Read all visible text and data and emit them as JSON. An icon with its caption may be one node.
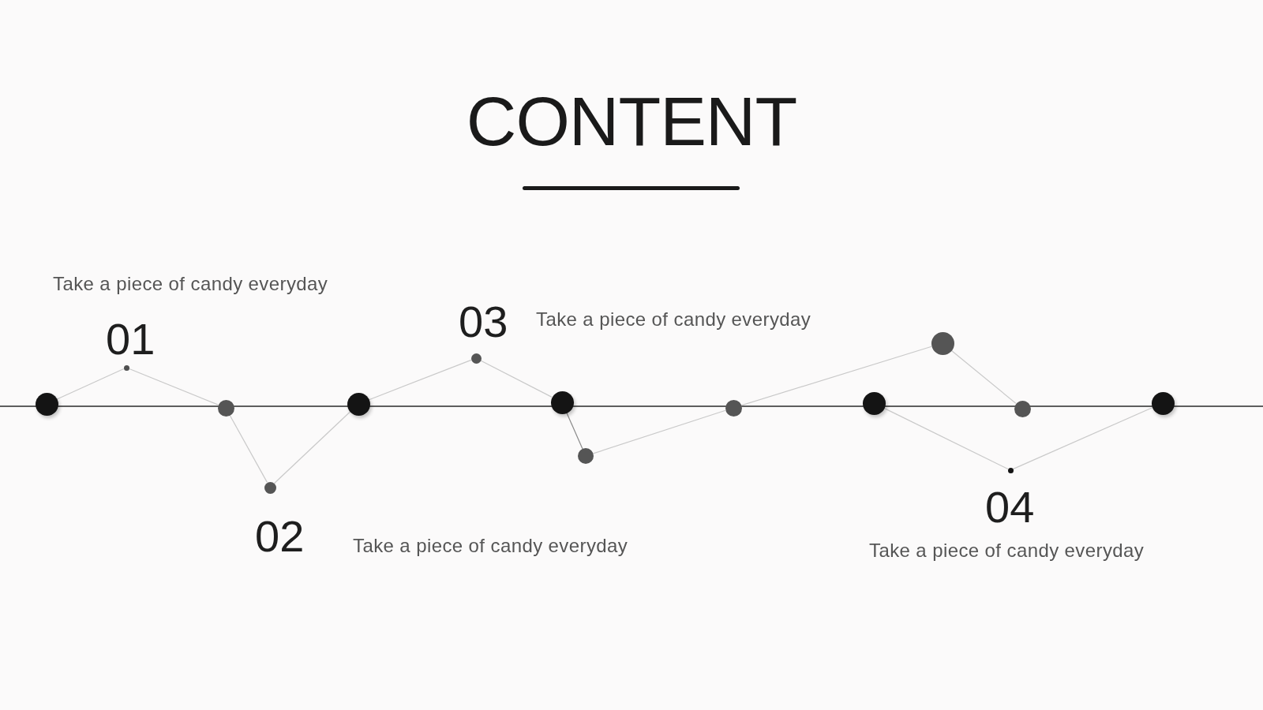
{
  "diagram": {
    "title": "CONTENT",
    "nodes": [
      {
        "text": [],
        "shape": "circle"
      },
      {
        "text": [],
        "shape": "circle"
      },
      {
        "text": [],
        "shape": "circle"
      },
      {
        "text": [],
        "shape": "circle"
      },
      {
        "text": [],
        "shape": "circle"
      },
      {
        "text": [],
        "shape": "circle"
      },
      {
        "text": [],
        "shape": "circle"
      },
      {
        "text": [],
        "shape": "circle"
      },
      {
        "text": [],
        "shape": "circle"
      },
      {
        "text": [],
        "shape": "circle"
      },
      {
        "text": [],
        "shape": "circle"
      },
      {
        "text": [],
        "shape": "circle"
      },
      {
        "text": [],
        "shape": "circle"
      },
      {
        "text": [],
        "shape": "circle"
      }
    ],
    "edges": [
      {
        "from": 0,
        "to": 1,
        "arrow": "none"
      },
      {
        "from": 1,
        "to": 2,
        "arrow": "none"
      },
      {
        "from": 2,
        "to": 3,
        "arrow": "none"
      },
      {
        "from": 3,
        "to": 4,
        "arrow": "none"
      },
      {
        "from": 4,
        "to": 5,
        "arrow": "none"
      },
      {
        "from": 5,
        "to": 6,
        "arrow": "none"
      },
      {
        "from": 6,
        "to": 7,
        "arrow": "none",
        "color": "#8a8a8a"
      },
      {
        "from": 7,
        "to": 8,
        "arrow": "none"
      },
      {
        "from": 8,
        "to": 10,
        "arrow": "none"
      },
      {
        "from": 10,
        "to": 12,
        "arrow": "none"
      },
      {
        "from": 9,
        "to": 11,
        "arrow": "none"
      },
      {
        "from": 11,
        "to": 13,
        "arrow": "none"
      }
    ],
    "labels": [
      "Take a piece of candy everyday",
      "01",
      "03",
      "Take a piece of candy everyday",
      "02",
      "Take a piece of candy everyday",
      "04",
      "Take a piece of candy everyday"
    ]
  }
}
